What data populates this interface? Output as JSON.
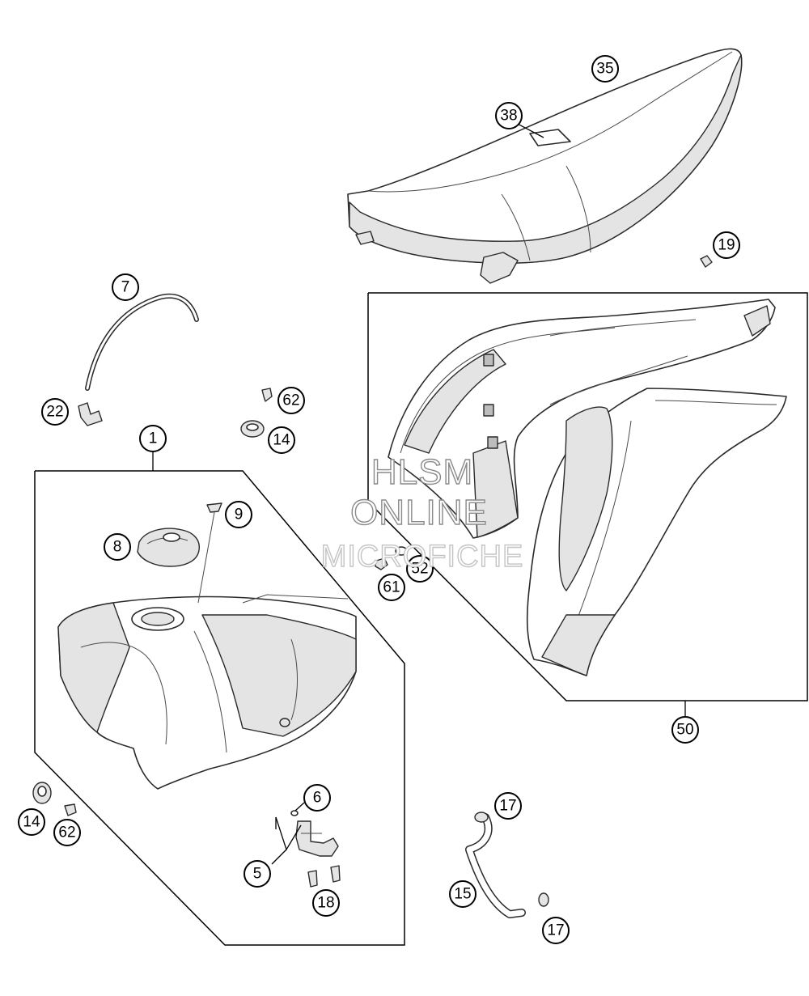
{
  "watermark": {
    "line1": "HLSM",
    "line2": "ONLINE",
    "line3": "MICROFICHE"
  },
  "callouts": [
    "1",
    "5",
    "6",
    "7",
    "8",
    "9",
    "14",
    "14",
    "15",
    "17",
    "17",
    "18",
    "19",
    "22",
    "35",
    "38",
    "50",
    "52",
    "61",
    "62",
    "62"
  ],
  "colors": {
    "line": "#2a2a2a",
    "background": "#ffffff",
    "watermark_stroke": "#8a8a8a"
  }
}
